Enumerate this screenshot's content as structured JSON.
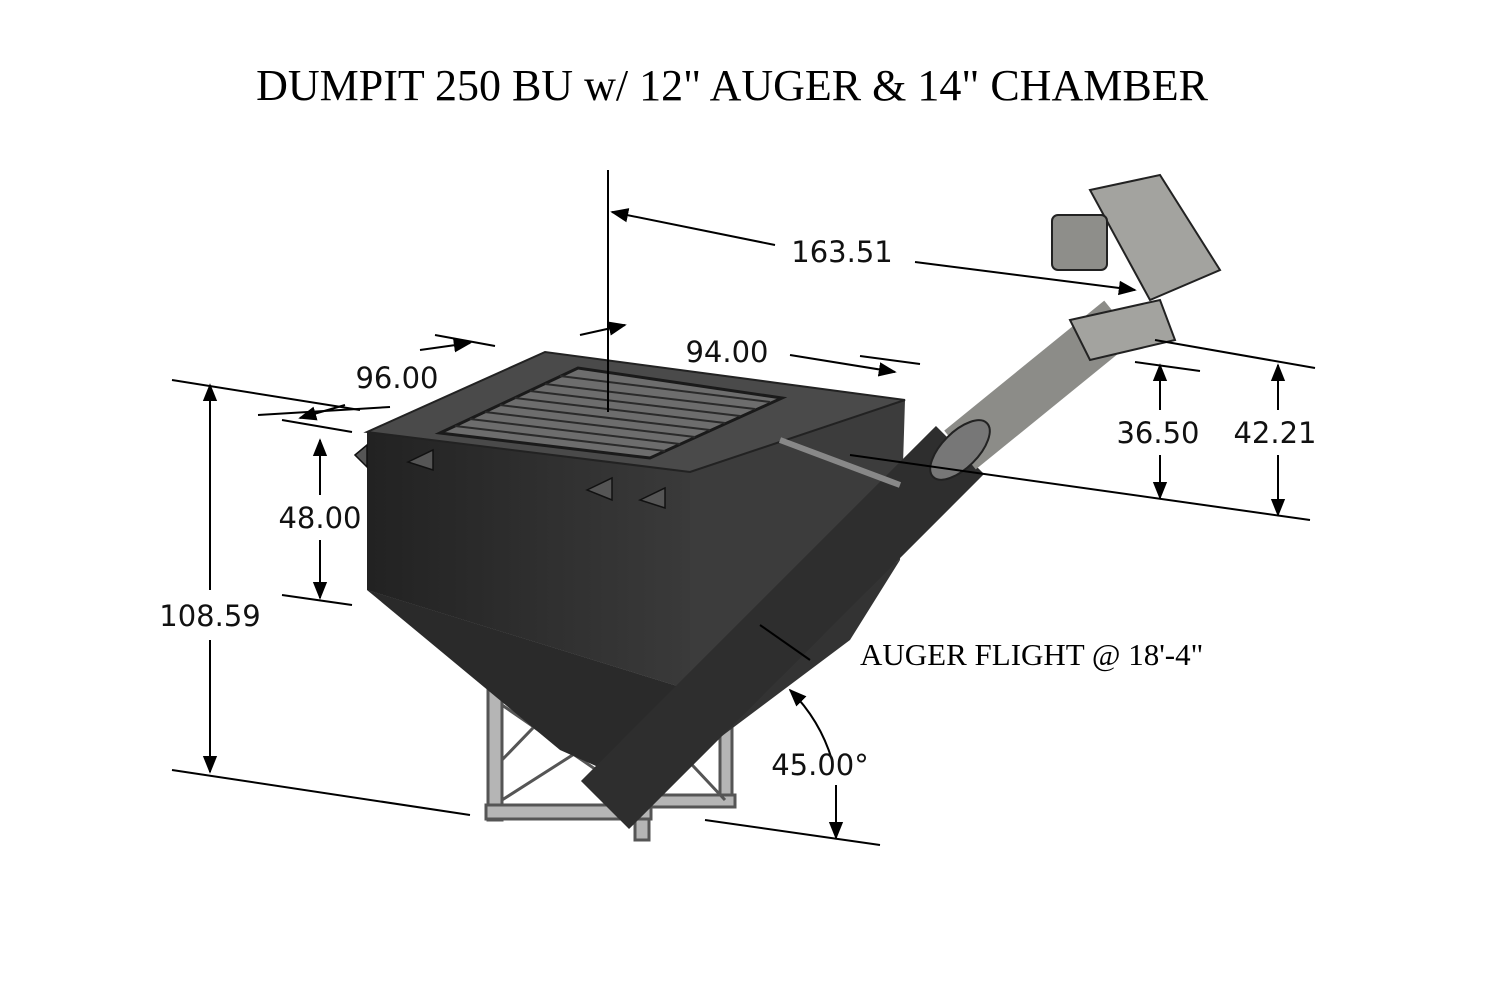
{
  "title": "DUMPIT 250 BU w/ 12\" AUGER & 14\" CHAMBER",
  "dimensions": {
    "auger_reach": "163.51",
    "width": "94.00",
    "depth": "96.00",
    "box_height": "48.00",
    "overall_height": "108.59",
    "discharge_height_lower": "36.50",
    "discharge_height_upper": "42.21",
    "auger_angle": "45.00°"
  },
  "note": "AUGER FLIGHT @ 18'-4\"",
  "colors": {
    "body": "#2b2b2b",
    "frame": "#9a9a9a",
    "auger_upper": "#8c8c88"
  }
}
